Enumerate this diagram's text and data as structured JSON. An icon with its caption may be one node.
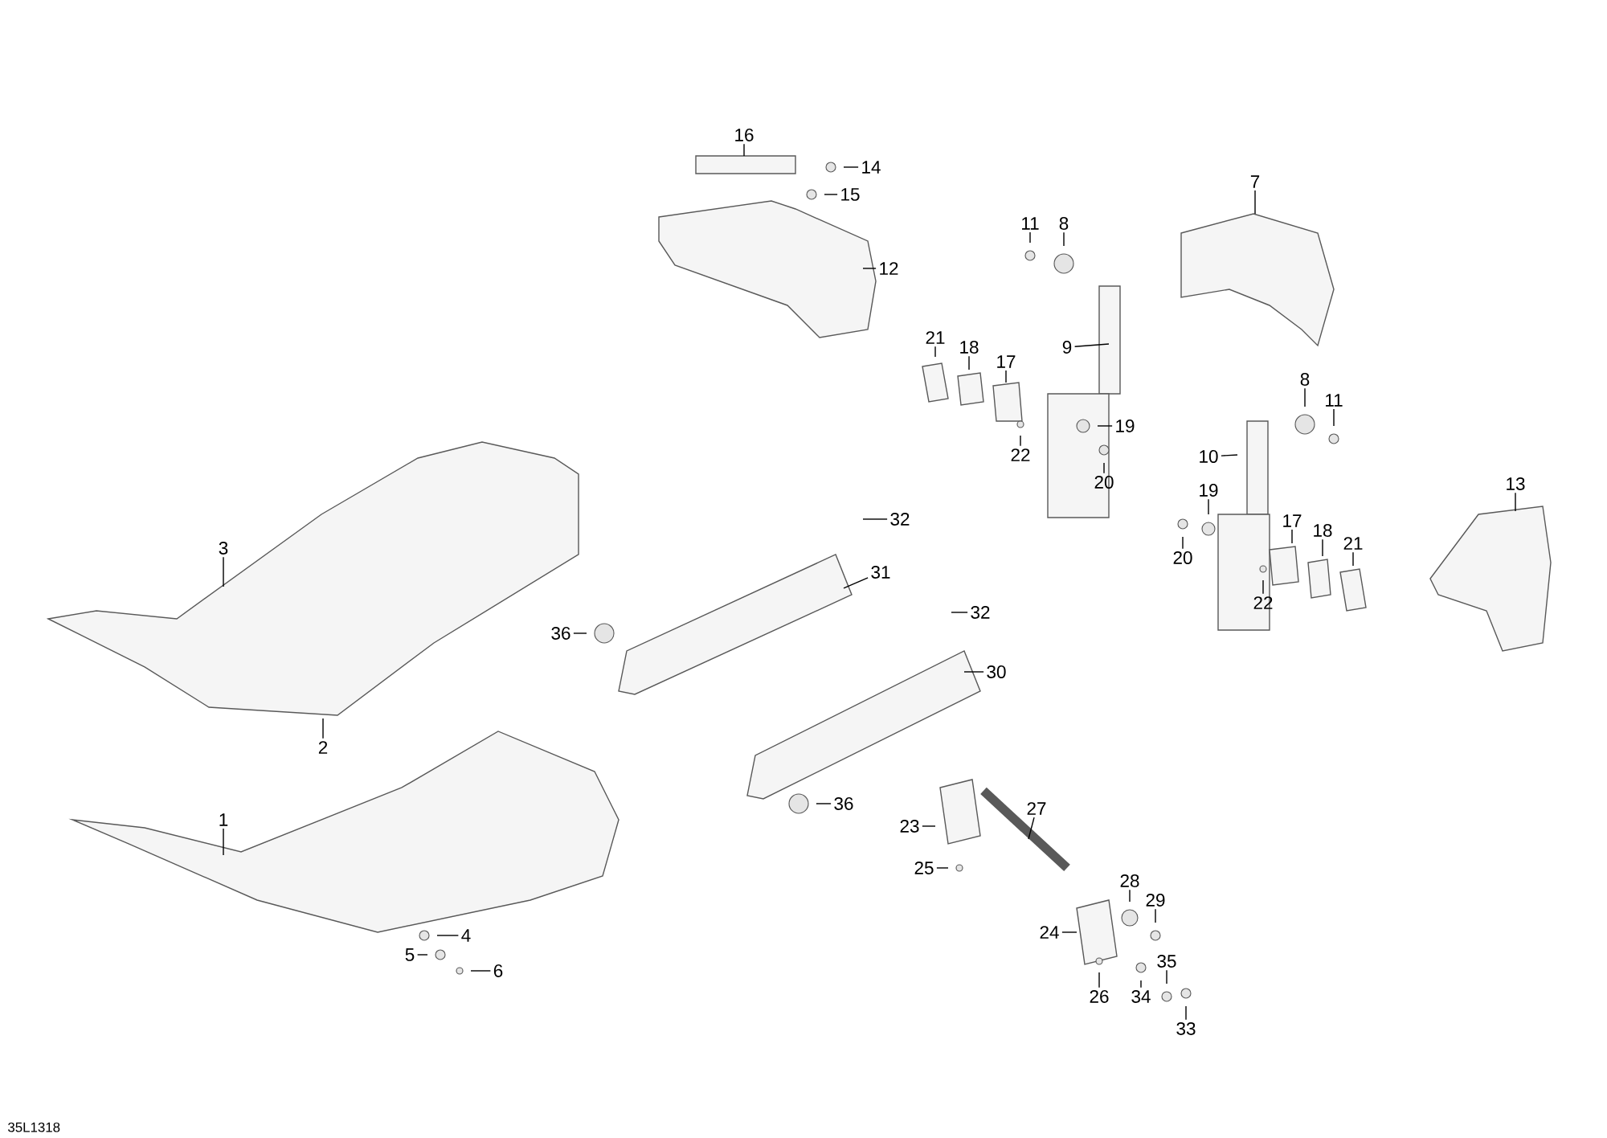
{
  "diagram": {
    "nodes": [
      {
        "text": [
          "16"
        ]
      },
      {
        "text": [
          "14"
        ]
      },
      {
        "text": [
          "15"
        ]
      },
      {
        "text": [
          "12"
        ]
      },
      {
        "text": [
          "11"
        ]
      },
      {
        "text": [
          "8"
        ]
      },
      {
        "text": [
          "7"
        ]
      },
      {
        "text": [
          "21"
        ]
      },
      {
        "text": [
          "18"
        ]
      },
      {
        "text": [
          "17"
        ]
      },
      {
        "text": [
          "9"
        ]
      },
      {
        "text": [
          "19"
        ]
      },
      {
        "text": [
          "22"
        ]
      },
      {
        "text": [
          "20"
        ]
      },
      {
        "text": [
          "8"
        ]
      },
      {
        "text": [
          "11"
        ]
      },
      {
        "text": [
          "10"
        ]
      },
      {
        "text": [
          "13"
        ]
      },
      {
        "text": [
          "19"
        ]
      },
      {
        "text": [
          "17"
        ]
      },
      {
        "text": [
          "18"
        ]
      },
      {
        "text": [
          "21"
        ]
      },
      {
        "text": [
          "20"
        ]
      },
      {
        "text": [
          "22"
        ]
      },
      {
        "text": [
          "32"
        ]
      },
      {
        "text": [
          "3"
        ]
      },
      {
        "text": [
          "31"
        ]
      },
      {
        "text": [
          "32"
        ]
      },
      {
        "text": [
          "36"
        ]
      },
      {
        "text": [
          "30"
        ]
      },
      {
        "text": [
          "2"
        ]
      },
      {
        "text": [
          "36"
        ]
      },
      {
        "text": [
          "1"
        ]
      },
      {
        "text": [
          "27"
        ]
      },
      {
        "text": [
          "23"
        ]
      },
      {
        "text": [
          "25"
        ]
      },
      {
        "text": [
          "28"
        ]
      },
      {
        "text": [
          "29"
        ]
      },
      {
        "text": [
          "24"
        ]
      },
      {
        "text": [
          "4"
        ]
      },
      {
        "text": [
          "5"
        ]
      },
      {
        "text": [
          "35"
        ]
      },
      {
        "text": [
          "6"
        ]
      },
      {
        "text": [
          "26"
        ]
      },
      {
        "text": [
          "34"
        ]
      },
      {
        "text": [
          "33"
        ]
      }
    ],
    "edges": [
      {
        "from": 0,
        "to": null,
        "arrow": "none"
      },
      {
        "from": 1,
        "to": null,
        "arrow": "none"
      },
      {
        "from": 2,
        "to": null,
        "arrow": "none"
      },
      {
        "from": 3,
        "to": null,
        "arrow": "none"
      },
      {
        "from": 4,
        "to": null,
        "arrow": "none"
      },
      {
        "from": 5,
        "to": null,
        "arrow": "none"
      },
      {
        "from": 6,
        "to": null,
        "arrow": "none"
      },
      {
        "from": 7,
        "to": null,
        "arrow": "none"
      },
      {
        "from": 8,
        "to": null,
        "arrow": "none"
      },
      {
        "from": 9,
        "to": null,
        "arrow": "none"
      },
      {
        "from": 10,
        "to": null,
        "arrow": "none"
      },
      {
        "from": 11,
        "to": null,
        "arrow": "none"
      },
      {
        "from": 12,
        "to": null,
        "arrow": "none"
      },
      {
        "from": 13,
        "to": null,
        "arrow": "none"
      },
      {
        "from": 14,
        "to": null,
        "arrow": "none"
      },
      {
        "from": 15,
        "to": null,
        "arrow": "none"
      },
      {
        "from": 16,
        "to": null,
        "arrow": "none"
      },
      {
        "from": 17,
        "to": null,
        "arrow": "none"
      },
      {
        "from": 18,
        "to": null,
        "arrow": "none"
      },
      {
        "from": 19,
        "to": null,
        "arrow": "none"
      },
      {
        "from": 20,
        "to": null,
        "arrow": "none"
      },
      {
        "from": 21,
        "to": null,
        "arrow": "none"
      },
      {
        "from": 22,
        "to": null,
        "arrow": "none"
      },
      {
        "from": 23,
        "to": null,
        "arrow": "none"
      },
      {
        "from": 24,
        "to": null,
        "arrow": "none"
      },
      {
        "from": 25,
        "to": null,
        "arrow": "none"
      },
      {
        "from": 26,
        "to": null,
        "arrow": "none"
      },
      {
        "from": 27,
        "to": null,
        "arrow": "none"
      },
      {
        "from": 28,
        "to": null,
        "arrow": "none"
      },
      {
        "from": 29,
        "to": null,
        "arrow": "none"
      },
      {
        "from": 30,
        "to": null,
        "arrow": "none"
      },
      {
        "from": 31,
        "to": null,
        "arrow": "none"
      },
      {
        "from": 32,
        "to": null,
        "arrow": "none"
      },
      {
        "from": 33,
        "to": null,
        "arrow": "none"
      },
      {
        "from": 34,
        "to": null,
        "arrow": "none"
      },
      {
        "from": 35,
        "to": null,
        "arrow": "none"
      },
      {
        "from": 36,
        "to": null,
        "arrow": "none"
      },
      {
        "from": 37,
        "to": null,
        "arrow": "none"
      },
      {
        "from": 38,
        "to": null,
        "arrow": "none"
      },
      {
        "from": 39,
        "to": null,
        "arrow": "none"
      },
      {
        "from": 40,
        "to": null,
        "arrow": "none"
      },
      {
        "from": 41,
        "to": null,
        "arrow": "none"
      },
      {
        "from": 42,
        "to": null,
        "arrow": "none"
      },
      {
        "from": 43,
        "to": null,
        "arrow": "none"
      },
      {
        "from": 44,
        "to": null,
        "arrow": "none"
      },
      {
        "from": 45,
        "to": null,
        "arrow": "none"
      }
    ],
    "labels": [
      "35L1318"
    ]
  }
}
